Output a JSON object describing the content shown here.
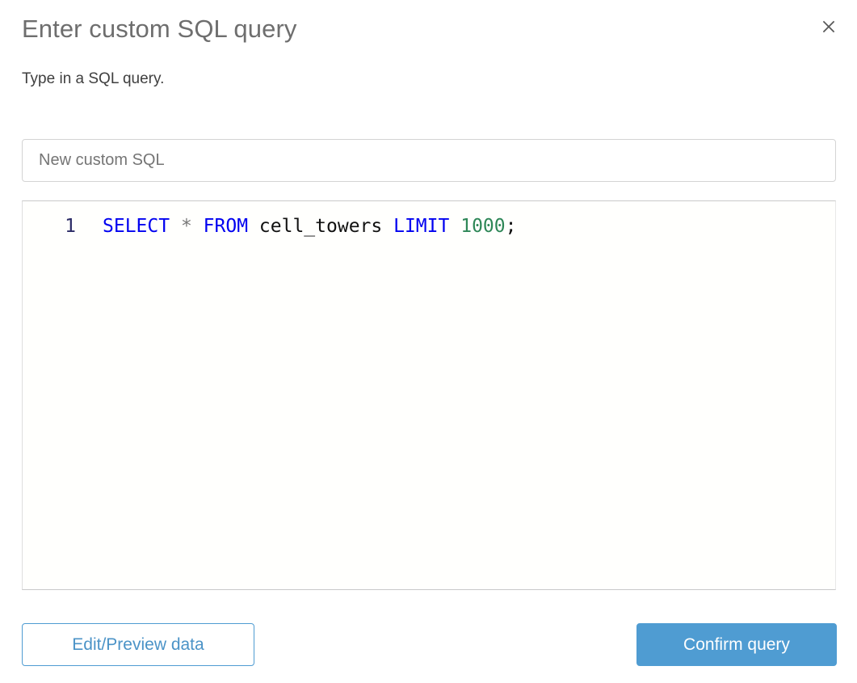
{
  "dialog": {
    "title": "Enter custom SQL query",
    "subtitle": "Type in a SQL query.",
    "close_icon": "close-icon"
  },
  "name_field": {
    "value": "New custom SQL",
    "placeholder": "New custom SQL"
  },
  "editor": {
    "line_number": "1",
    "tokens": [
      {
        "text": "SELECT",
        "type": "keyword"
      },
      {
        "text": " ",
        "type": "plain"
      },
      {
        "text": "*",
        "type": "operator"
      },
      {
        "text": " ",
        "type": "plain"
      },
      {
        "text": "FROM",
        "type": "keyword"
      },
      {
        "text": " ",
        "type": "plain"
      },
      {
        "text": "cell_towers",
        "type": "identifier"
      },
      {
        "text": " ",
        "type": "plain"
      },
      {
        "text": "LIMIT",
        "type": "keyword"
      },
      {
        "text": " ",
        "type": "plain"
      },
      {
        "text": "1000",
        "type": "number"
      },
      {
        "text": ";",
        "type": "punctuation"
      }
    ],
    "full_text": "SELECT * FROM cell_towers LIMIT 1000;",
    "parts": {
      "select": "SELECT",
      "star": "*",
      "from": "FROM",
      "table": "cell_towers",
      "limit": "LIMIT",
      "number": "1000",
      "semicolon": ";",
      "space": " "
    }
  },
  "footer": {
    "secondary_label": "Edit/Preview data",
    "primary_label": "Confirm query"
  },
  "colors": {
    "accent": "#4f9cd2",
    "keyword": "#0000f0",
    "number": "#2e8757",
    "title_text": "#6e6e6e"
  }
}
